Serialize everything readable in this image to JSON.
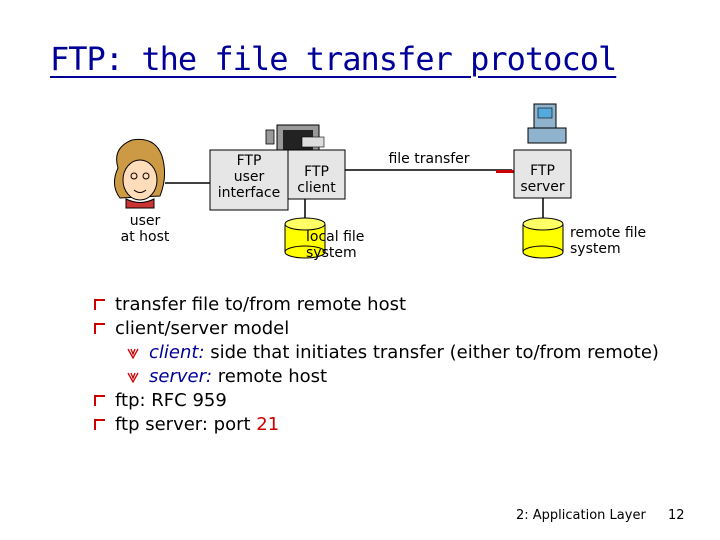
{
  "title": "FTP: the file transfer protocol",
  "diagram": {
    "user_label": [
      "user",
      "at host"
    ],
    "ftp_ui_label": [
      "FTP",
      "user",
      "interface"
    ],
    "ftp_client_label": [
      "FTP",
      "client"
    ],
    "file_transfer_label": "file transfer",
    "local_fs_label": [
      "local file",
      "system"
    ],
    "ftp_server_label": [
      "FTP",
      "server"
    ],
    "remote_fs_label": [
      "remote file",
      "system"
    ]
  },
  "bullets": {
    "b1": "transfer file to/from remote host",
    "b2": "client/server model",
    "sub1_term": "client:",
    "sub1_text": " side that initiates transfer (either to/from remote)",
    "sub2_term": "server:",
    "sub2_text": " remote host",
    "b3": "ftp: RFC 959",
    "b4_prefix": "ftp server: port ",
    "b4_port": "21"
  },
  "footer": {
    "chapter": "2: Application Layer",
    "page": "12"
  },
  "colors": {
    "title": "#000099",
    "accent_red": "#cc0000",
    "bullet_marker": "#cc0000",
    "box_fill": "#e6e6e6",
    "cylinder_fill": "#ffff00"
  }
}
